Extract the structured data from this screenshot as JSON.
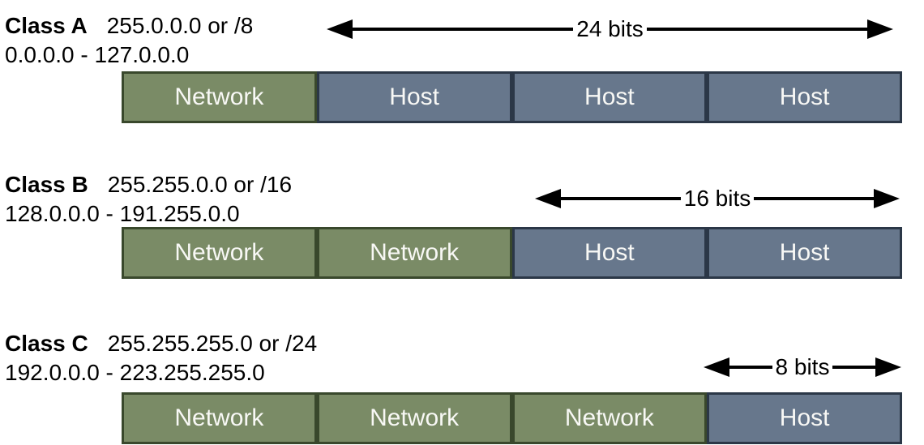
{
  "colors": {
    "network_fill": "#7a8b66",
    "network_border": "#39482c",
    "host_fill": "#67778c",
    "host_border": "#2b3747",
    "arrow": "#000000",
    "cell_text": "#f8f8f5"
  },
  "classes": [
    {
      "name": "Class A",
      "mask": "255.0.0.0 or /8",
      "range": "0.0.0.0 - 127.0.0.0",
      "bits_label": "24 bits",
      "octets": [
        {
          "label": "Network",
          "type": "network"
        },
        {
          "label": "Host",
          "type": "host"
        },
        {
          "label": "Host",
          "type": "host"
        },
        {
          "label": "Host",
          "type": "host"
        }
      ]
    },
    {
      "name": "Class B",
      "mask": "255.255.0.0 or /16",
      "range": "128.0.0.0 - 191.255.0.0",
      "bits_label": "16 bits",
      "octets": [
        {
          "label": "Network",
          "type": "network"
        },
        {
          "label": "Network",
          "type": "network"
        },
        {
          "label": "Host",
          "type": "host"
        },
        {
          "label": "Host",
          "type": "host"
        }
      ]
    },
    {
      "name": "Class C",
      "mask": "255.255.255.0 or /24",
      "range": "192.0.0.0 - 223.255.255.0",
      "bits_label": "8 bits",
      "octets": [
        {
          "label": "Network",
          "type": "network"
        },
        {
          "label": "Network",
          "type": "network"
        },
        {
          "label": "Network",
          "type": "network"
        },
        {
          "label": "Host",
          "type": "host"
        }
      ]
    }
  ]
}
